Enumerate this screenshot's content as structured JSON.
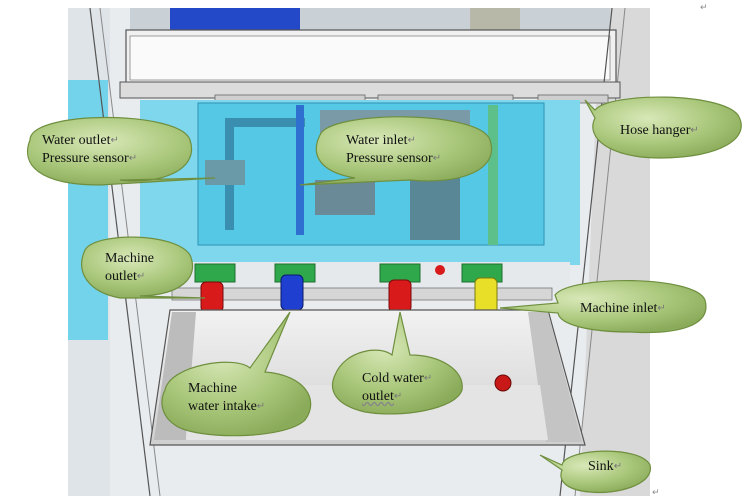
{
  "callouts": {
    "water_outlet_pressure_sensor": {
      "line1": "Water outlet",
      "line2": "Pressure sensor"
    },
    "water_inlet_pressure_sensor": {
      "line1": "Water inlet",
      "line2": "Pressure sensor"
    },
    "hose_hanger": {
      "line1": "Hose hanger"
    },
    "machine_outlet": {
      "line1": "Machine",
      "line2": "outlet"
    },
    "machine_inlet": {
      "line1": "Machine inlet"
    },
    "machine_water_intake": {
      "line1": "Machine",
      "line2": "water intake"
    },
    "cold_water_outlet": {
      "line1": "Cold water",
      "line2": "outlet"
    },
    "sink": {
      "line1": "Sink"
    }
  },
  "colors": {
    "bubble_fill": "#a9c77a",
    "bubble_stroke": "#6f8f3f",
    "water_tank": "#53c8e6",
    "port_red": "#d81a1a",
    "port_blue": "#1f3fd0",
    "port_yellow": "#e8e028",
    "valve_green": "#2ea84a"
  }
}
